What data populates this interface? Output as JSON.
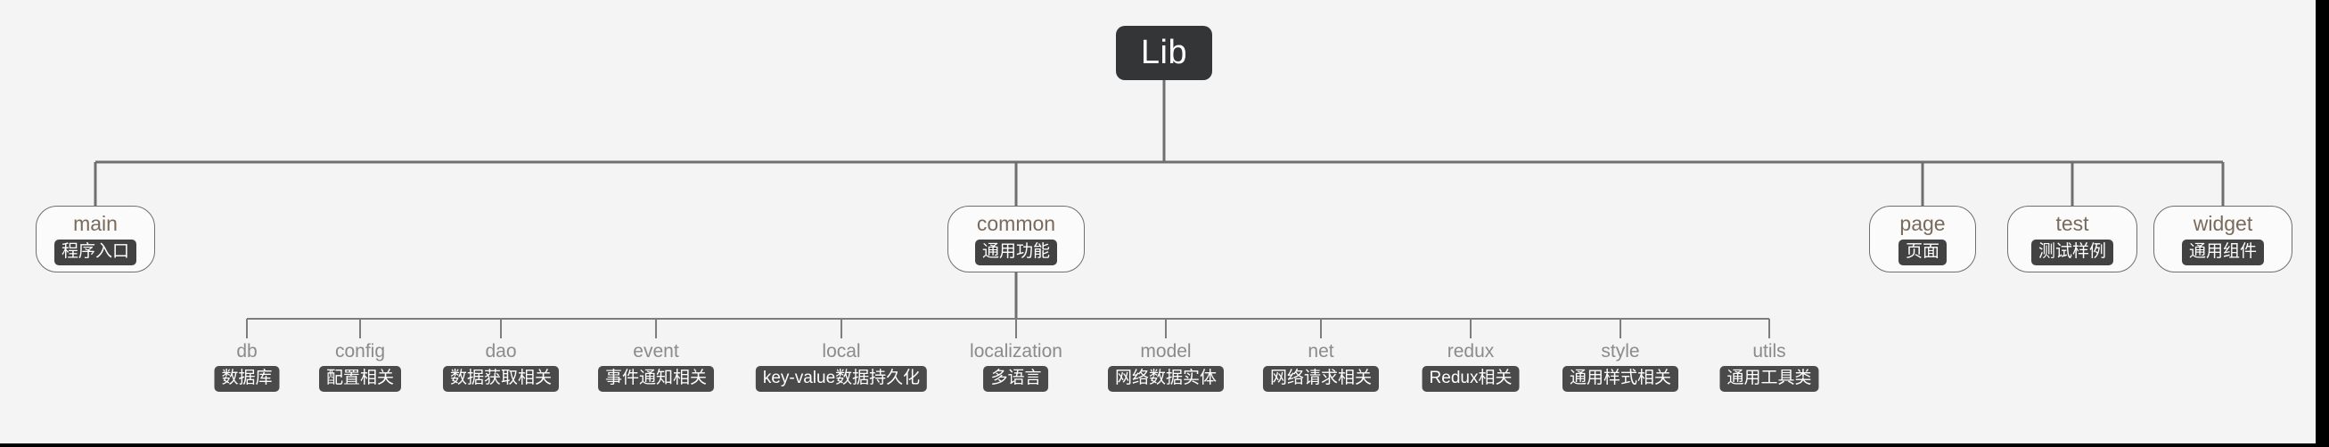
{
  "diagram": {
    "type": "mindmap-tree",
    "title": "Lib",
    "background_color": "#f4f4f4",
    "root": {
      "label": "Lib",
      "fill": "#333537",
      "text_color": "#ffffff"
    },
    "level2": [
      {
        "label": "main",
        "badge": "程序入口"
      },
      {
        "label": "common",
        "badge": "通用功能"
      },
      {
        "label": "page",
        "badge": "页面"
      },
      {
        "label": "test",
        "badge": "测试样例"
      },
      {
        "label": "widget",
        "badge": "通用组件"
      }
    ],
    "level3": [
      {
        "label": "db",
        "badge": "数据库"
      },
      {
        "label": "config",
        "badge": "配置相关"
      },
      {
        "label": "dao",
        "badge": "数据获取相关"
      },
      {
        "label": "event",
        "badge": "事件通知相关"
      },
      {
        "label": "local",
        "badge": "key-value数据持久化"
      },
      {
        "label": "localization",
        "badge": "多语言"
      },
      {
        "label": "model",
        "badge": "网络数据实体"
      },
      {
        "label": "net",
        "badge": "网络请求相关"
      },
      {
        "label": "redux",
        "badge": "Redux相关"
      },
      {
        "label": "style",
        "badge": "通用样式相关"
      },
      {
        "label": "utils",
        "badge": "通用工具类"
      }
    ],
    "colors": {
      "connector": "#6f6f6f",
      "level2_title": "#7a6a5b",
      "level3_title": "#8b8b8b",
      "badge_fill": "#464646",
      "badge_text": "#ffffff"
    }
  }
}
